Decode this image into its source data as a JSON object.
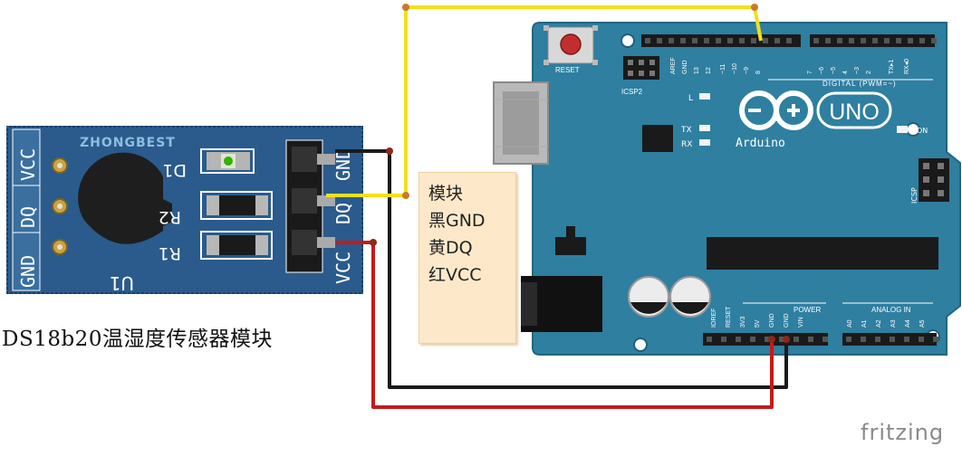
{
  "module": {
    "brand": "ZHONGBEST",
    "left_pins": [
      "VCC",
      "DQ",
      "GND"
    ],
    "right_pins": [
      "GND",
      "DQ",
      "VCC"
    ],
    "component_labels": [
      "D1",
      "R2",
      "R1",
      "U1"
    ],
    "caption": "DS18b20温湿度传感器模块"
  },
  "note": {
    "lines": [
      "模块",
      "黑GND",
      "黄DQ",
      "红VCC"
    ]
  },
  "arduino": {
    "reset_label": "RESET",
    "icsp2_label": "ICSP2",
    "digital_label": "DIGITAL (PWM=~)",
    "digital_pins": [
      "AREF",
      "GND",
      "13",
      "12",
      "~11",
      "~10",
      "~9",
      "8",
      "7",
      "~6",
      "~5",
      "4",
      "~3",
      "2",
      "TX▸1",
      "RX◂0"
    ],
    "led_labels": [
      "L",
      "TX",
      "RX"
    ],
    "on_label": "ON",
    "logo_text": "UNO",
    "brand_text": "Arduino",
    "icsp_label": "ICSP",
    "power_label": "POWER",
    "power_pins": [
      "IOREF",
      "RESET",
      "3V3",
      "5V",
      "GND",
      "GND",
      "VIN"
    ],
    "analog_label": "ANALOG IN",
    "analog_pins": [
      "A0",
      "A1",
      "A2",
      "A3",
      "A4",
      "A5"
    ]
  },
  "wires": {
    "gnd_color": "#1a1a1a",
    "dq_color": "#f2e01a",
    "vcc_color": "#c61a1a"
  },
  "colors": {
    "board": "#2f7fa0",
    "module": "#2a5b8c"
  },
  "watermark": "fritzing"
}
